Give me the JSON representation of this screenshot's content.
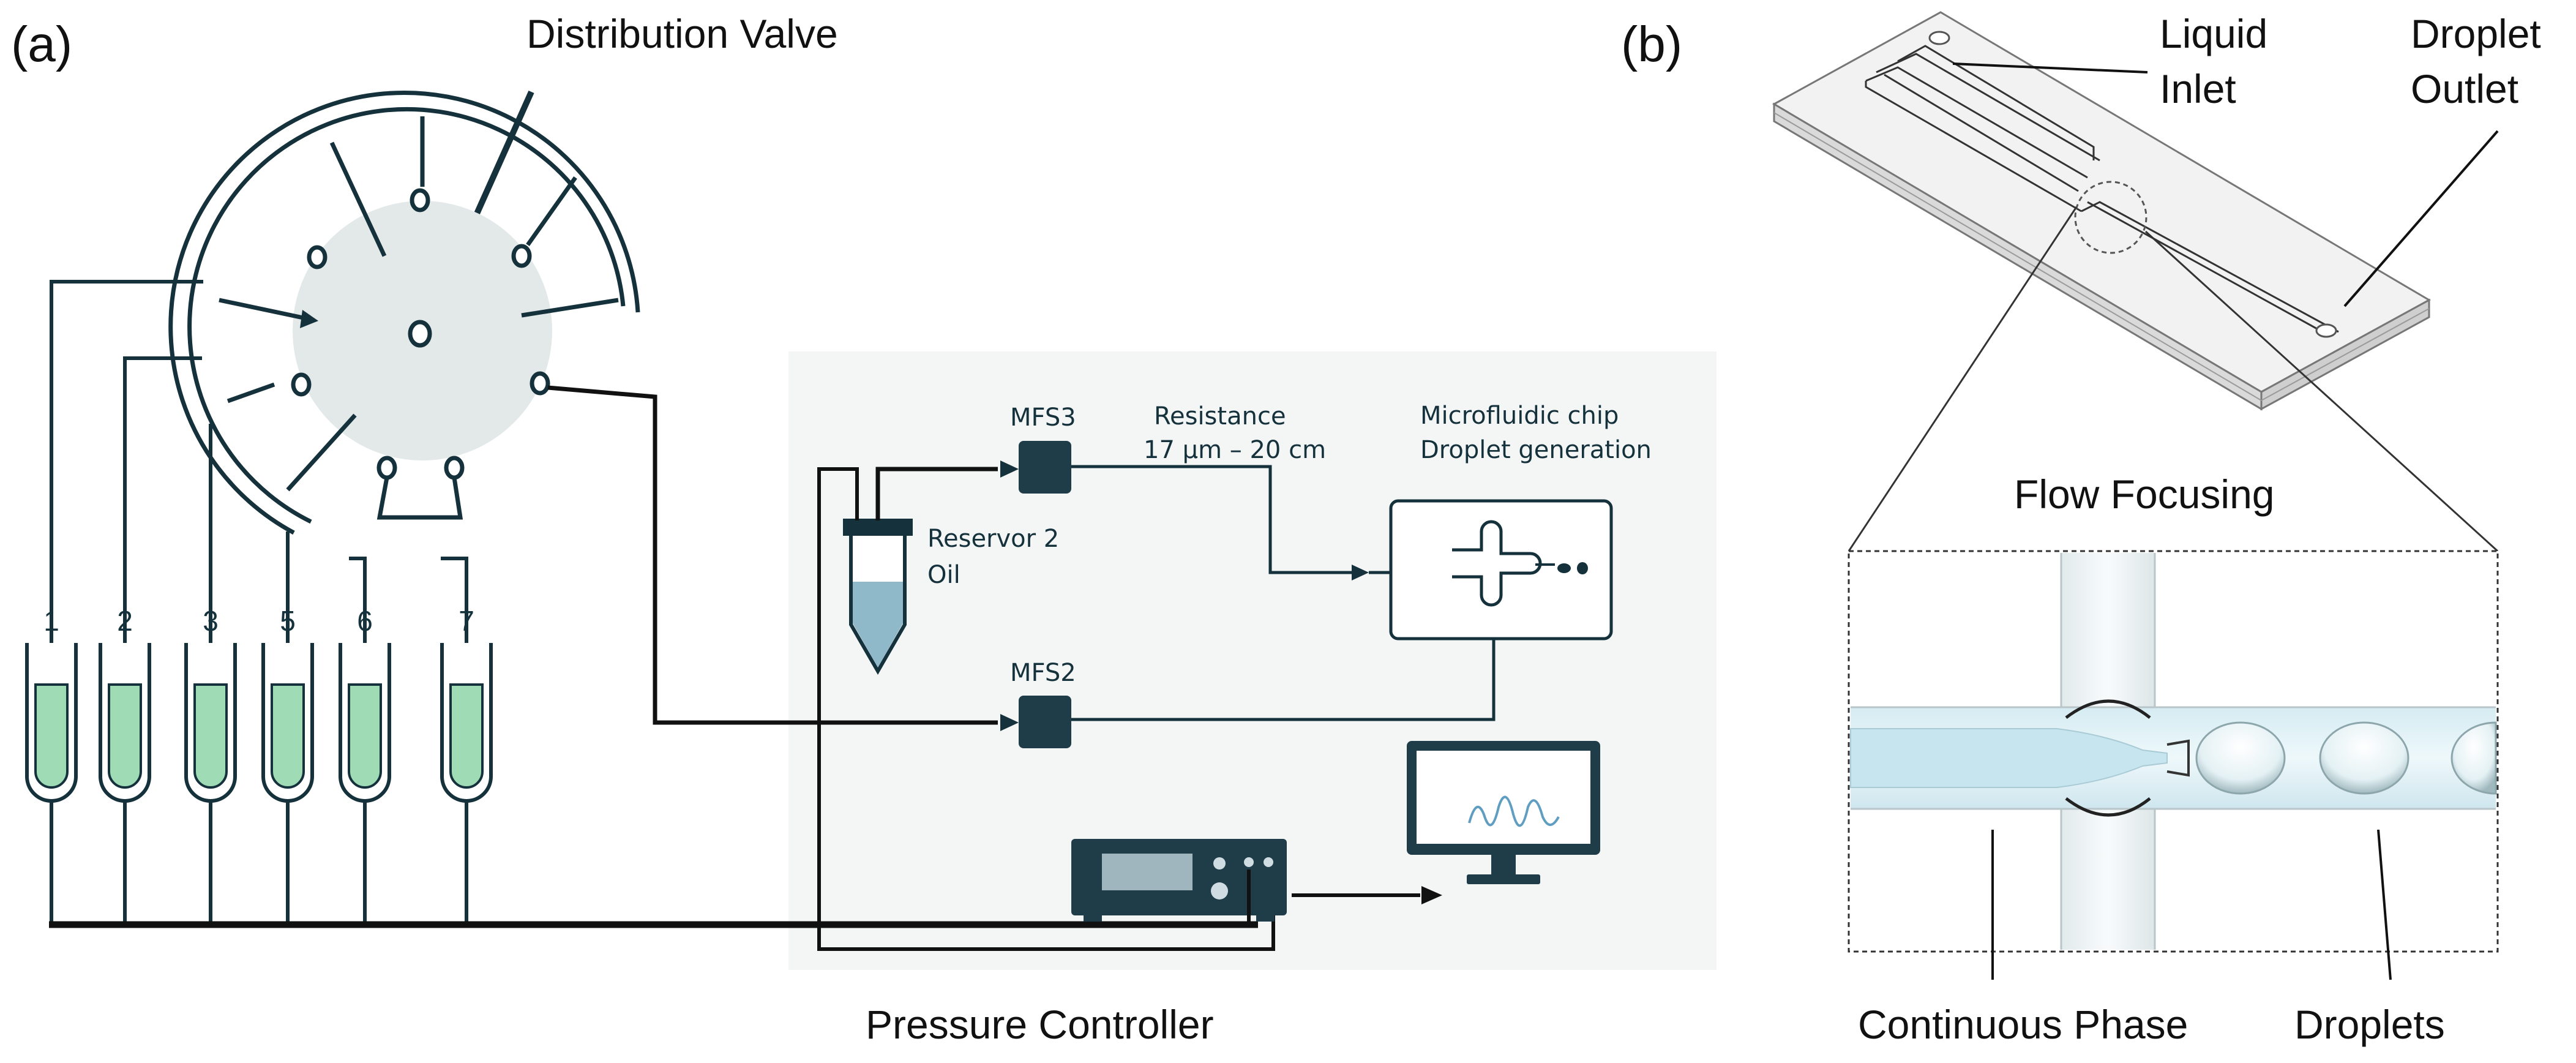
{
  "panels": {
    "a": {
      "label": "(a)",
      "valve_title": "Distribution Valve",
      "tubes": [
        "1",
        "2",
        "3",
        "5",
        "6",
        "7"
      ],
      "mfs3": "MFS3",
      "mfs2": "MFS2",
      "resistance_title": "Resistance",
      "resistance_value": "17 µm – 20 cm",
      "chip_title": "Microfluidic chip",
      "chip_subtitle": "Droplet generation",
      "reservoir_name": "Reservor 2",
      "reservoir_fluid": "Oil",
      "controller_label": "Pressure Controller"
    },
    "b": {
      "label": "(b)",
      "inlet_line1": "Liquid",
      "inlet_line2": "Inlet",
      "outlet_line1": "Droplet",
      "outlet_line2": "Outlet",
      "zoom_title": "Flow Focusing",
      "continuous_label": "Continuous Phase",
      "droplets_label": "Droplets"
    }
  },
  "colors": {
    "line": "#15323c",
    "liquid": "#9fdcb6",
    "valve_fill": "#e3e9e9",
    "panel_bg": "#f4f5f5",
    "reservoir_oil": "#8fb8c8"
  }
}
